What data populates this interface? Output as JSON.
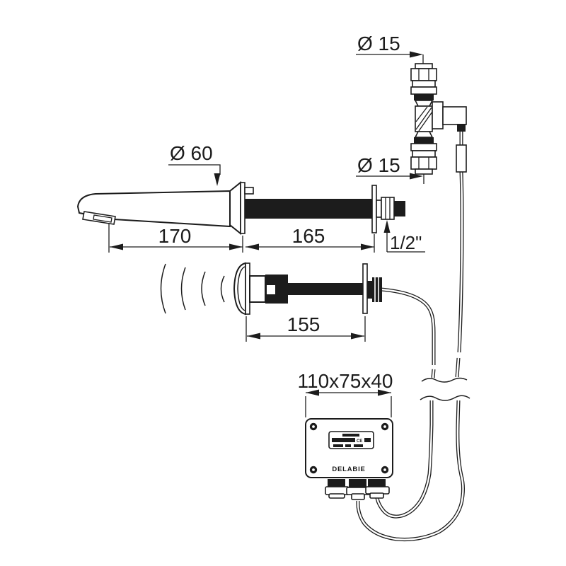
{
  "drawing": {
    "kind": "technical-dimension-drawing",
    "subject": "wall-mounted electronic tap with separate sensor, solenoid valve and control box",
    "colors": {
      "line": "#1c1c1c",
      "background": "#ffffff"
    }
  },
  "labels": {
    "dia60": "Ø 60",
    "dia15_top": "Ø 15",
    "dia15_bottom": "Ø 15",
    "len_spout": "170",
    "len_thread": "165",
    "thread_size": "1/2\"",
    "len_sensor": "155",
    "box_size": "110x75x40",
    "brand": "DELABIE",
    "plate_ce": "CE"
  }
}
